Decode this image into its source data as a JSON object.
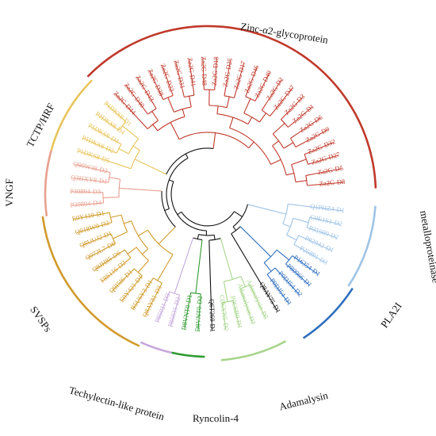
{
  "colors": {
    "zinc": "#c0392b",
    "tctp": "#e8c45a",
    "vngf": "#e8a090",
    "svsp": "#d19a2a",
    "techylectin": "#c5a8dc",
    "ryncolin": "#2e9a2e",
    "black": "#111111",
    "adamalysin": "#a6d58a",
    "metallo": "#9ec3e6",
    "pla2": "#2f6fbe"
  },
  "clades": {
    "zinc": {
      "label": "Zinc-α2-glycoprotein",
      "color_key": "zinc"
    },
    "tctp": {
      "label": "TCTP/HRF",
      "color_key": "tctp"
    },
    "vngf": {
      "label": "VNGF",
      "color_key": "vngf"
    },
    "svsp": {
      "label": "SVSPs",
      "color_key": "svsp"
    },
    "techylectin": {
      "label": "Techylectin-like protein",
      "color_key": "techylectin"
    },
    "ryncolin": {
      "label": "Ryncolin-4",
      "color_key": "ryncolin"
    },
    "adamalysin": {
      "label": "Adamalysin",
      "color_key": "adamalysin"
    },
    "metallo": {
      "label": "metalloproteinase",
      "color_key": "metallo"
    },
    "pla2": {
      "label": "PLA2I",
      "color_key": "pla2"
    }
  },
  "leaves": [
    {
      "label": "Za2G-D8",
      "clade": "zinc"
    },
    {
      "label": "Za2G-D5",
      "clade": "zinc"
    },
    {
      "label": "Za2G-D27",
      "clade": "zinc"
    },
    {
      "label": "Za2G-D32",
      "clade": "zinc"
    },
    {
      "label": "Za2G-D9",
      "clade": "zinc"
    },
    {
      "label": "Za2G-D6",
      "clade": "zinc"
    },
    {
      "label": "Za2G-D1",
      "clade": "zinc"
    },
    {
      "label": "Za2G-D3",
      "clade": "zinc"
    },
    {
      "label": "Za2G-D47",
      "clade": "zinc"
    },
    {
      "label": "Za2G-D2",
      "clade": "zinc"
    },
    {
      "label": "Za2G-D49",
      "clade": "zinc"
    },
    {
      "label": "Za2G-D46",
      "clade": "zinc"
    },
    {
      "label": "Za2G-D17",
      "clade": "zinc"
    },
    {
      "label": "Za2G-D25",
      "clade": "zinc"
    },
    {
      "label": "Za2G-D18",
      "clade": "zinc"
    },
    {
      "label": "Za2G-D48",
      "clade": "zinc"
    },
    {
      "label": "Za2G-D41",
      "clade": "zinc"
    },
    {
      "label": "Za2G-D31",
      "clade": "zinc"
    },
    {
      "label": "Za2G-D22",
      "clade": "zinc"
    },
    {
      "label": "Za2G-D38",
      "clade": "zinc"
    },
    {
      "label": "Za2G-D43",
      "clade": "zinc"
    },
    {
      "label": "Za2G-D40",
      "clade": "zinc"
    },
    {
      "label": "Za2G-D44",
      "clade": "zinc"
    },
    {
      "label": "P1DKS8-D1",
      "clade": "tctp"
    },
    {
      "label": "P1DKS8-D4",
      "clade": "tctp"
    },
    {
      "label": "P1DKS8-D3",
      "clade": "tctp"
    },
    {
      "label": "P1DKS8-D2",
      "clade": "tctp"
    },
    {
      "label": "P1DKS8-D5",
      "clade": "tctp"
    },
    {
      "label": "Q90W38-D2",
      "clade": "vngf"
    },
    {
      "label": "Q3HXY8-D1",
      "clade": "vngf"
    },
    {
      "label": "P30894-D3",
      "clade": "vngf"
    },
    {
      "label": "P30894-D4",
      "clade": "vngf"
    },
    {
      "label": "E0Y419-D1",
      "clade": "svsp"
    },
    {
      "label": "Q918W9-D2",
      "clade": "svsp"
    },
    {
      "label": "Q8UUJ2-D1",
      "clade": "svsp"
    },
    {
      "label": "Q072L7-D6",
      "clade": "svsp"
    },
    {
      "label": "Q8JH85-D6",
      "clade": "svsp"
    },
    {
      "label": "F8S116-D2",
      "clade": "svsp"
    },
    {
      "label": "Q9I5I6-D1",
      "clade": "svsp"
    },
    {
      "label": "E0Y421-D1",
      "clade": "svsp"
    },
    {
      "label": "B5U6Y3-D1",
      "clade": "svsp"
    },
    {
      "label": "Q8AY81-D3",
      "clade": "svsp"
    },
    {
      "label": "P85031-D3",
      "clade": "techylectin"
    },
    {
      "label": "P85031-D2",
      "clade": "techylectin"
    },
    {
      "label": "D8VNT0-D1",
      "clade": "ryncolin"
    },
    {
      "label": "D8VNT0-D2",
      "clade": "ryncolin"
    },
    {
      "label": "Q6T269-D1",
      "clade": "black"
    },
    {
      "label": "C0KYN5-D2",
      "clade": "adamalysin"
    },
    {
      "label": "P0C6B0-D1",
      "clade": "adamalysin"
    },
    {
      "label": "Adamalysin-D3",
      "clade": "adamalysin"
    },
    {
      "label": "Adamalysin-D5",
      "clade": "adamalysin"
    },
    {
      "label": "Q8AY75-D1",
      "clade": "black"
    },
    {
      "label": "P0DJ54-D1",
      "clade": "pla2"
    },
    {
      "label": "P0DJ54-D2",
      "clade": "pla2"
    },
    {
      "label": "P80966-D1",
      "clade": "pla2"
    },
    {
      "label": "P16354-D1",
      "clade": "pla2"
    },
    {
      "label": "P25891-D3",
      "clade": "metallo"
    },
    {
      "label": "P82942-D1",
      "clade": "metallo"
    },
    {
      "label": "P31989-D2",
      "clade": "metallo"
    },
    {
      "label": "C9E1S1-D2",
      "clade": "metallo"
    },
    {
      "label": "Q1PHZ4-D1",
      "clade": "metallo"
    }
  ]
}
